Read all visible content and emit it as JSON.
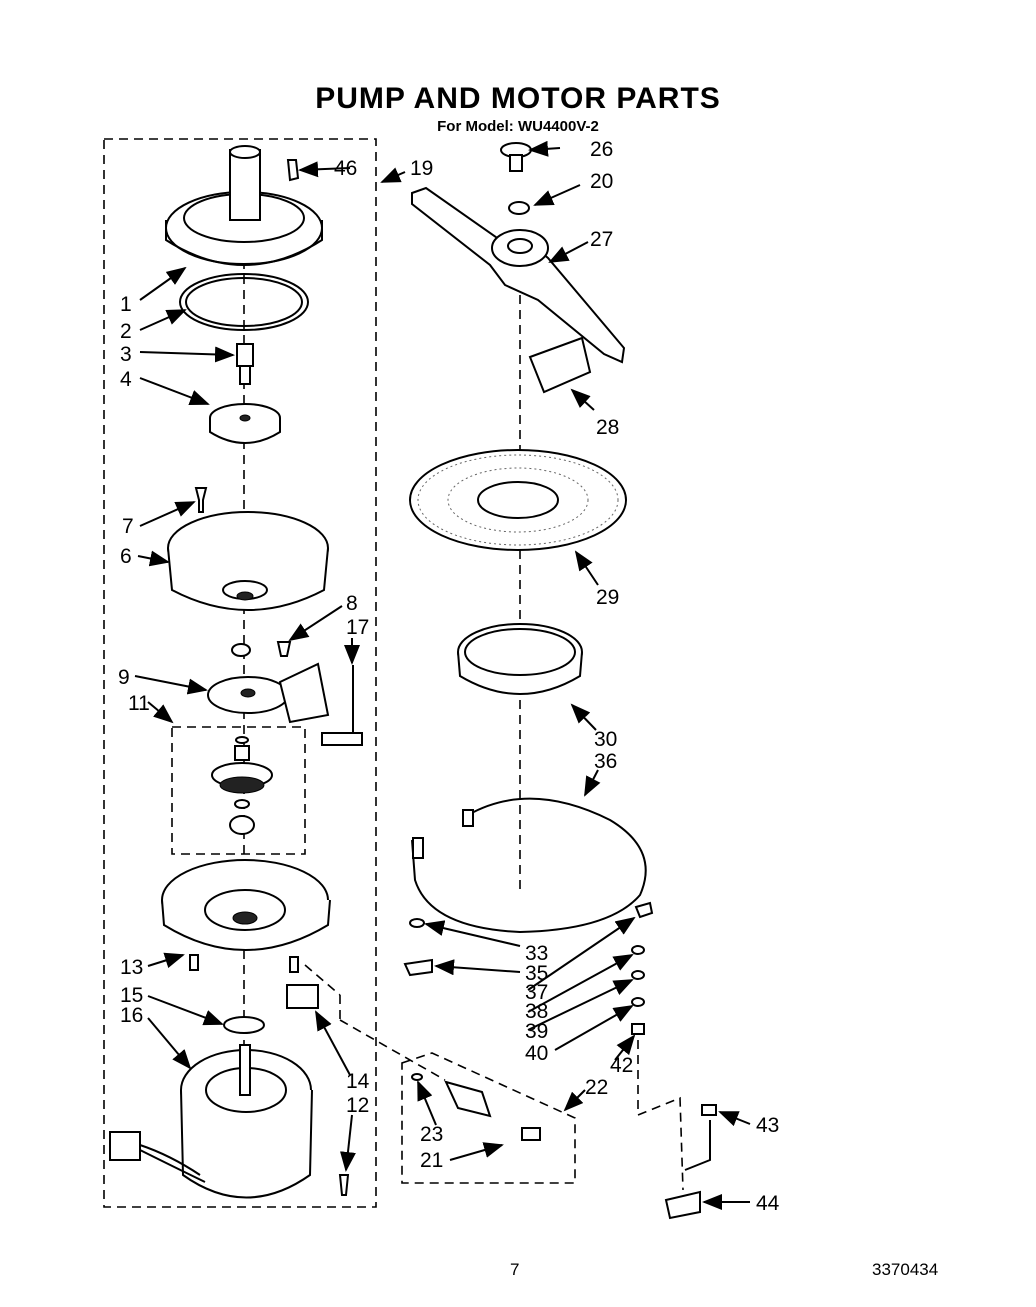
{
  "title": "PUMP AND MOTOR PARTS",
  "subtitle": "For Model: WU4400V-2",
  "page_number": "7",
  "doc_number": "3370434",
  "callouts": {
    "c46": "46",
    "c19": "19",
    "c26": "26",
    "c20": "20",
    "c27": "27",
    "c28": "28",
    "c1": "1",
    "c2": "2",
    "c3": "3",
    "c4": "4",
    "c7": "7",
    "c6": "6",
    "c8": "8",
    "c17": "17",
    "c9": "9",
    "c11": "11",
    "c29": "29",
    "c30": "30",
    "c36": "36",
    "c13": "13",
    "c15": "15",
    "c16": "16",
    "c14": "14",
    "c12": "12",
    "c33": "33",
    "c35": "35",
    "c37": "37",
    "c38": "38",
    "c39": "39",
    "c40": "40",
    "c42": "42",
    "c22": "22",
    "c23": "23",
    "c21": "21",
    "c43": "43",
    "c44": "44"
  }
}
